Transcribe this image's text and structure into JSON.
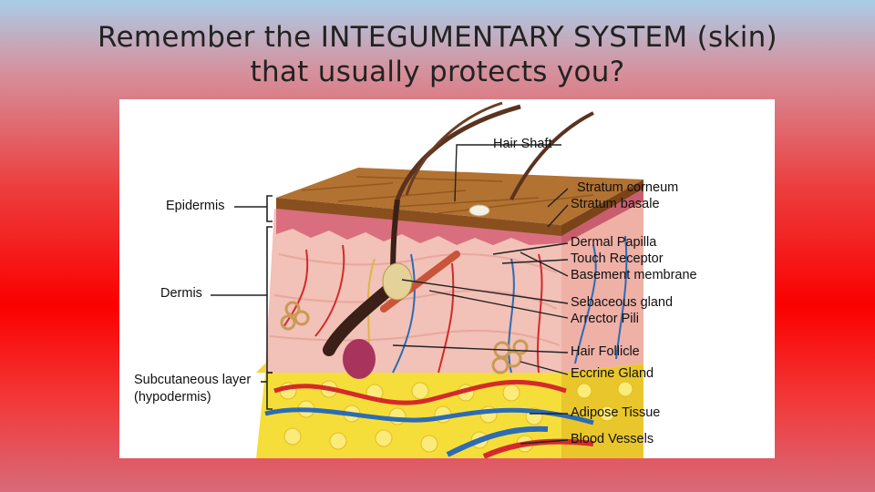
{
  "slide": {
    "title_line1": "Remember the INTEGUMENTARY SYSTEM (skin)",
    "title_line2": "that usually protects you?"
  },
  "diagram": {
    "left_labels": {
      "epidermis": "Epidermis",
      "dermis": "Dermis",
      "subcutaneous": "Subcutaneous layer",
      "hypodermis": "(hypodermis)"
    },
    "right_labels": {
      "hair_shaft": "Hair Shaft",
      "stratum_corneum": "Stratum corneum",
      "stratum_basale": "Stratum basale",
      "dermal_papilla": "Dermal Papilla",
      "touch_receptor": "Touch Receptor",
      "basement_membrane": "Basement membrane",
      "sebaceous_gland": "Sebaceous gland",
      "arrector_pili": "Arrector Pili",
      "hair_follicle": "Hair Follicle",
      "eccrine_gland": "Eccrine Gland",
      "adipose_tissue": "Adipose Tissue",
      "blood_vessels": "Blood Vessels"
    }
  }
}
